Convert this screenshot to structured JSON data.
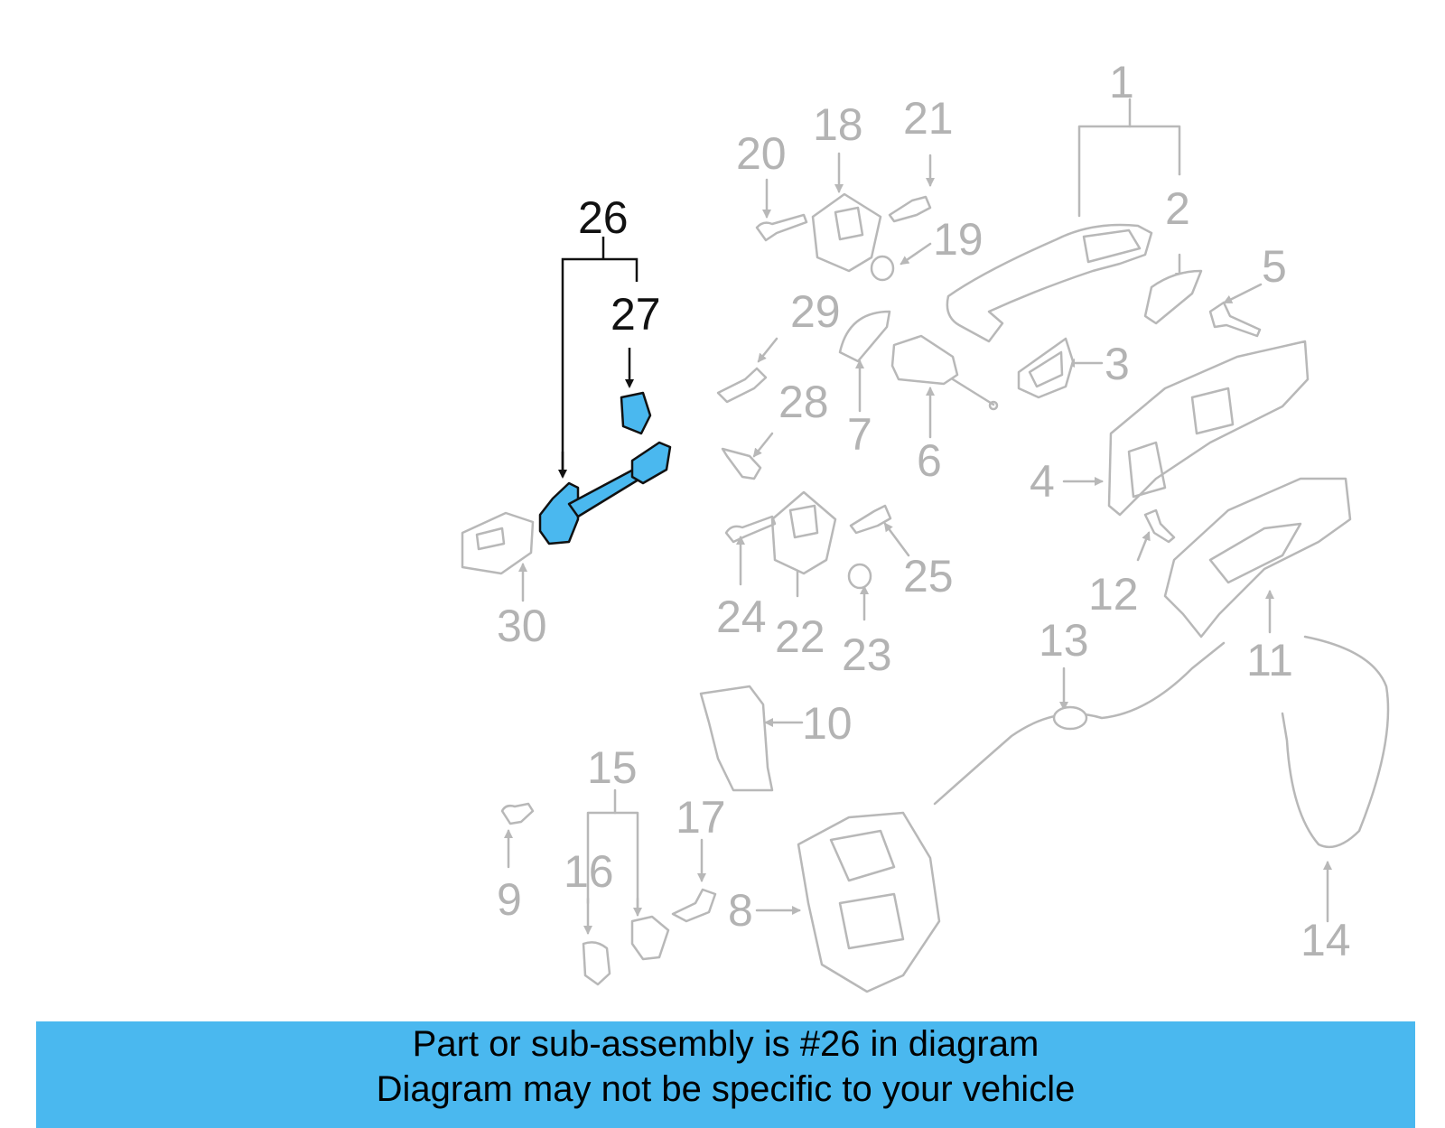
{
  "diagram": {
    "highlight_color": "#4ab8ef",
    "highlighted_parts": [
      "26",
      "27"
    ],
    "callouts": [
      "1",
      "2",
      "3",
      "4",
      "5",
      "6",
      "7",
      "8",
      "9",
      "10",
      "11",
      "12",
      "13",
      "14",
      "15",
      "16",
      "17",
      "18",
      "19",
      "20",
      "21",
      "22",
      "23",
      "24",
      "25",
      "26",
      "27",
      "28",
      "29",
      "30"
    ]
  },
  "banner": {
    "color": "#4ab8ef",
    "line1": "Part or sub-assembly is #26 in diagram",
    "line2": "Diagram may not be specific to your vehicle"
  }
}
